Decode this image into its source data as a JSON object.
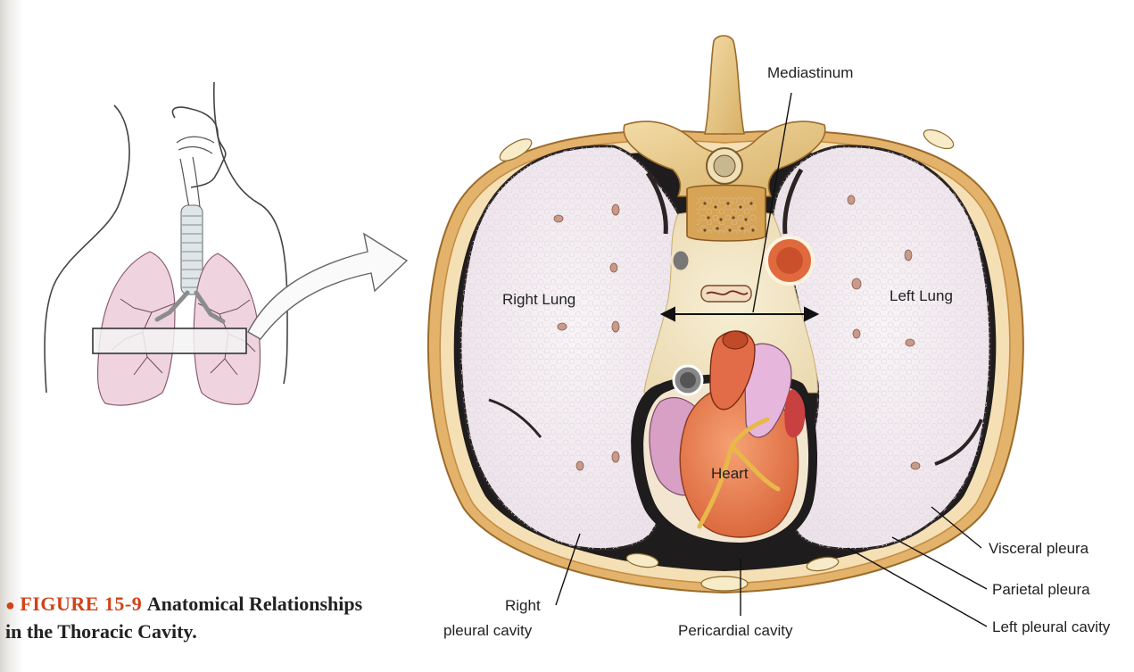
{
  "figure": {
    "number": "FIGURE 15-9",
    "title_line1": "Anatomical Relationships",
    "title_line2": "in the Thoracic Cavity."
  },
  "labels": {
    "mediastinum": "Mediastinum",
    "right_lung": "Right Lung",
    "left_lung": "Left Lung",
    "heart": "Heart",
    "visceral_pleura": "Visceral pleura",
    "parietal_pleura": "Parietal pleura",
    "left_pleural_cavity": "Left pleural cavity",
    "pericardial_cavity": "Pericardial cavity",
    "right_pleural_cavity_line1": "Right",
    "right_pleural_cavity_line2": "pleural cavity"
  },
  "colors": {
    "accent": "#d0431a",
    "lung_tissue": "#f4eef2",
    "pleura_dark": "#1e1c1c",
    "bone": "#e8c88a",
    "heart": "#e0784c"
  }
}
